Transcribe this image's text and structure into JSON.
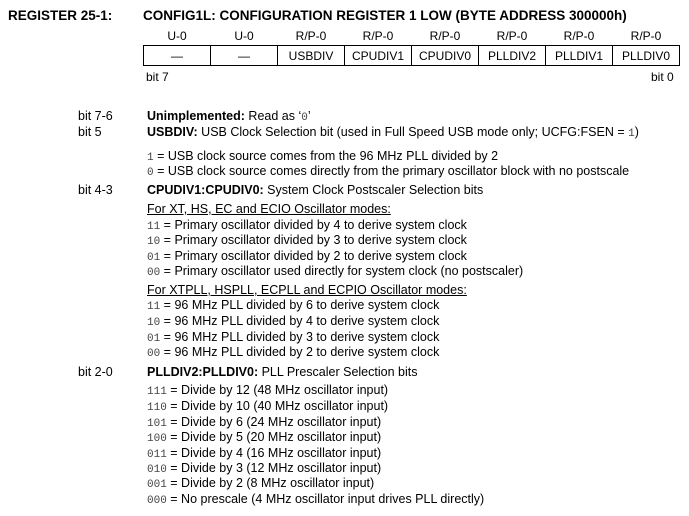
{
  "header": {
    "register_id": "REGISTER 25-1:",
    "register_title": "CONFIG1L: CONFIGURATION REGISTER 1 LOW (BYTE ADDRESS 300000h)"
  },
  "register": {
    "access": [
      "U-0",
      "U-0",
      "R/P-0",
      "R/P-0",
      "R/P-0",
      "R/P-0",
      "R/P-0",
      "R/P-0"
    ],
    "bits": [
      "—",
      "—",
      "USBDIV",
      "CPUDIV1",
      "CPUDIV0",
      "PLLDIV2",
      "PLLDIV1",
      "PLLDIV0"
    ],
    "bit_high": "bit 7",
    "bit_low": "bit 0"
  },
  "rows": [
    {
      "bit": "bit 7-6",
      "name": "Unimplemented:",
      "desc": " Read as ‘",
      "code": "0",
      "tail": "’"
    },
    {
      "bit": "bit 5",
      "name": "USBDIV:",
      "desc": " USB Clock Selection bit (used in Full Speed USB mode only; UCFG:FSEN = ",
      "code": "1",
      "tail": ")"
    },
    {
      "code": "1",
      "desc": " = USB clock source comes from the 96 MHz PLL divided by 2"
    },
    {
      "code": "0",
      "desc": " = USB clock source comes directly from the primary oscillator block with no postscale"
    },
    {
      "bit": "bit 4-3",
      "name": "CPUDIV1:CPUDIV0:",
      "desc": " System Clock Postscaler Selection bits"
    },
    {
      "underline": "For XT, HS, EC and ECIO Oscillator modes:"
    },
    {
      "code": "11",
      "desc": " = Primary oscillator divided by 4 to derive system clock"
    },
    {
      "code": "10",
      "desc": " = Primary oscillator divided by 3 to derive system clock"
    },
    {
      "code": "01",
      "desc": " = Primary oscillator divided by 2 to derive system clock"
    },
    {
      "code": "00",
      "desc": " = Primary oscillator used directly for system clock (no postscaler)"
    },
    {
      "underline": "For XTPLL, HSPLL, ECPLL and ECPIO Oscillator modes:"
    },
    {
      "code": "11",
      "desc": " = 96 MHz PLL divided by 6 to derive system clock"
    },
    {
      "code": "10",
      "desc": " = 96 MHz PLL divided by 4 to derive system clock"
    },
    {
      "code": "01",
      "desc": " = 96 MHz PLL divided by 3 to derive system clock"
    },
    {
      "code": "00",
      "desc": " = 96 MHz PLL divided by 2 to derive system clock"
    },
    {
      "bit": "bit 2-0",
      "name": "PLLDIV2:PLLDIV0:",
      "desc": " PLL Prescaler Selection bits"
    },
    {
      "code": "111",
      "desc": " = Divide by 12 (48 MHz oscillator input)"
    },
    {
      "code": "110",
      "desc": " = Divide by 10 (40 MHz oscillator input)"
    },
    {
      "code": "101",
      "desc": " = Divide by 6 (24 MHz oscillator input)"
    },
    {
      "code": "100",
      "desc": " = Divide by 5 (20 MHz oscillator input)"
    },
    {
      "code": "011",
      "desc": " = Divide by 4 (16 MHz oscillator input)"
    },
    {
      "code": "010",
      "desc": " = Divide by 3 (12 MHz oscillator input)"
    },
    {
      "code": "001",
      "desc": " = Divide by 2 (8 MHz oscillator input)"
    },
    {
      "code": "000",
      "desc": " = No prescale (4 MHz oscillator input drives PLL directly)"
    }
  ]
}
